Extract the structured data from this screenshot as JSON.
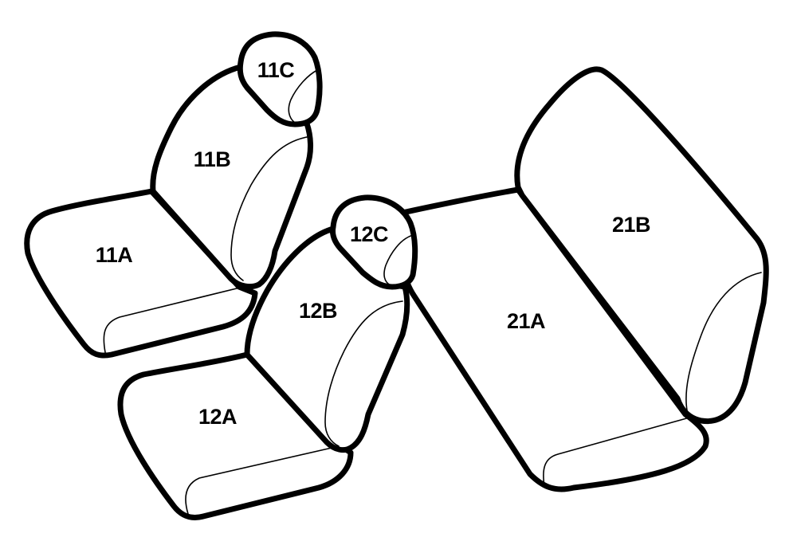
{
  "seats": {
    "s11": {
      "cushion": "11A",
      "backrest": "11B",
      "headrest": "11C"
    },
    "s12": {
      "cushion": "12A",
      "backrest": "12B",
      "headrest": "12C"
    },
    "s21": {
      "cushion": "21A",
      "backrest": "21B"
    }
  },
  "colors": {
    "stroke": "#000000",
    "fill": "#ffffff"
  }
}
